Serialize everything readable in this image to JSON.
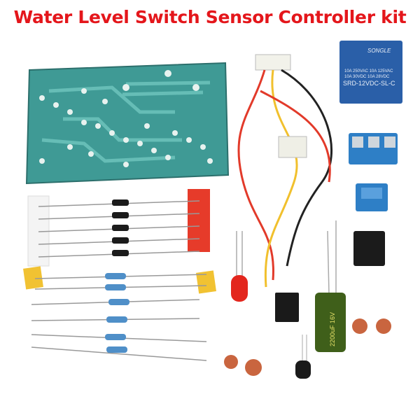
{
  "title": "Water Level Switch Sensor Controller kit",
  "relay": {
    "brand": "SONGLE",
    "rating_line1": "10A 250VAC   10A 125VAC",
    "rating_line2": "10A 30VDC    10A 28VDC",
    "model": "SRD-12VDC-SL-C"
  },
  "capacitor": {
    "label": "2200uF 16V"
  },
  "colors": {
    "title": "#e4161b",
    "pcb": "#3a8f8c",
    "relay": "#2a5fa8",
    "terminal": "#2e7fc6"
  }
}
